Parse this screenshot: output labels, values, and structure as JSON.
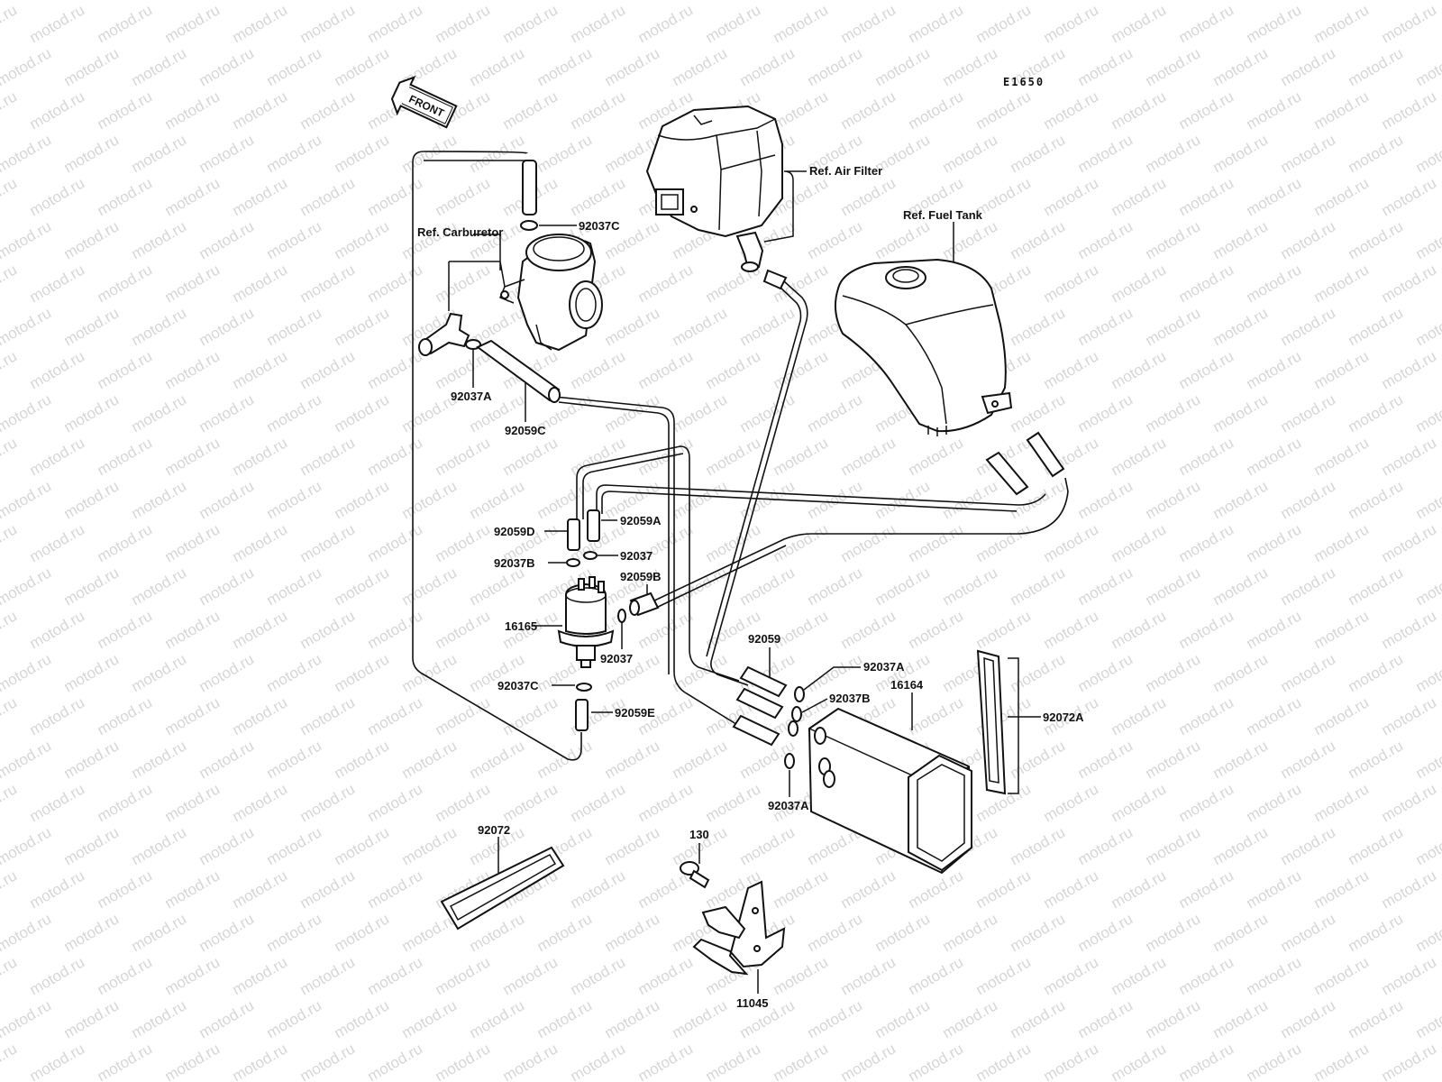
{
  "diagram_code": "E1650",
  "watermark": "motod.ru",
  "front_arrow": "FRONT",
  "labels": {
    "air_filter": "Ref. Air Filter",
    "fuel_tank": "Ref. Fuel Tank",
    "carburetor": "Ref. Carburetor",
    "p_92037C_top": "92037C",
    "p_92037A_left": "92037A",
    "p_92059C": "92059C",
    "p_92059D": "92059D",
    "p_92059A": "92059A",
    "p_92037B_left": "92037B",
    "p_92037_upper": "92037",
    "p_92059B": "92059B",
    "p_16165": "16165",
    "p_92037_lower": "92037",
    "p_92037C_lower": "92037C",
    "p_92059E": "92059E",
    "p_92059": "92059",
    "p_92037A_right_top": "92037A",
    "p_92037B_right": "92037B",
    "p_16164": "16164",
    "p_92072A": "92072A",
    "p_92037A_right_bottom": "92037A",
    "p_92072": "92072",
    "p_130": "130",
    "p_11045": "11045"
  }
}
